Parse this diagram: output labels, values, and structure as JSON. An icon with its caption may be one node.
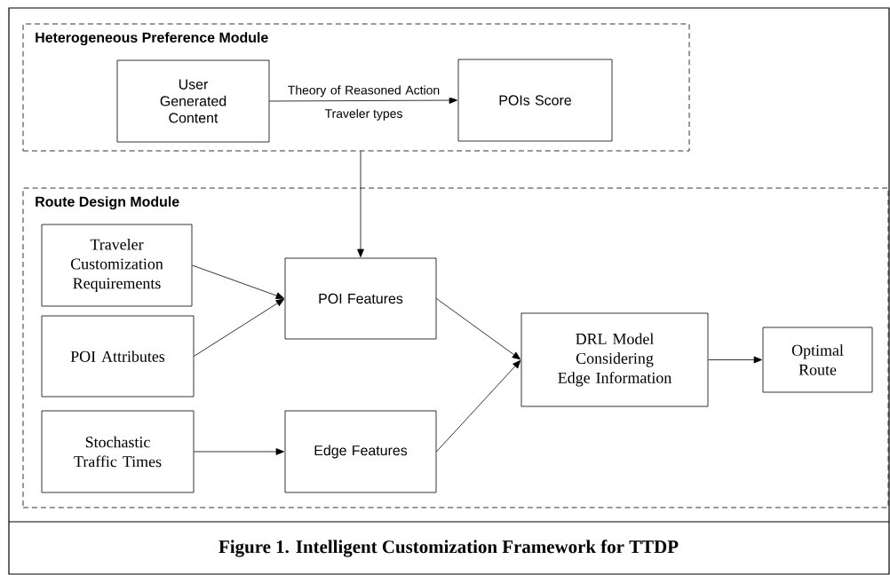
{
  "diagram": {
    "caption": "Figure 1. Intelligent Customization Framework for TTDP",
    "nodes": [
      {
        "text": [
          "Heterogeneous Preference Module"
        ]
      },
      {
        "text": [
          "User Generated Content"
        ],
        "in": 0
      },
      {
        "text": [
          "POIs Score"
        ],
        "in": 0
      },
      {
        "text": [
          "Route Design Module"
        ]
      },
      {
        "text": [
          "Traveler Customization Requirements"
        ],
        "in": 3
      },
      {
        "text": [
          "POI Attributes"
        ],
        "in": 3
      },
      {
        "text": [
          "Stochastic Traffic Times"
        ],
        "in": 3
      },
      {
        "text": [
          "POI Features"
        ],
        "in": 3
      },
      {
        "text": [
          "Edge Features"
        ],
        "in": 3
      },
      {
        "text": [
          "DRL Model Considering Edge Information"
        ],
        "in": 3
      },
      {
        "text": [
          "Optimal Route"
        ],
        "in": 3
      }
    ],
    "edges": [
      {
        "from": 1,
        "to": 2,
        "arrow": "to",
        "label": "Theory of Reasoned Action"
      },
      {
        "from": 0,
        "to": 7,
        "arrow": "to"
      },
      {
        "from": 4,
        "to": 7,
        "arrow": "to"
      },
      {
        "from": 5,
        "to": 7,
        "arrow": "to"
      },
      {
        "from": 6,
        "to": 8,
        "arrow": "to"
      },
      {
        "from": 7,
        "to": 9,
        "arrow": "to"
      },
      {
        "from": 8,
        "to": 9,
        "arrow": "to"
      },
      {
        "from": 9,
        "to": 10,
        "arrow": "to"
      }
    ],
    "labels": [
      "Traveler types"
    ]
  }
}
